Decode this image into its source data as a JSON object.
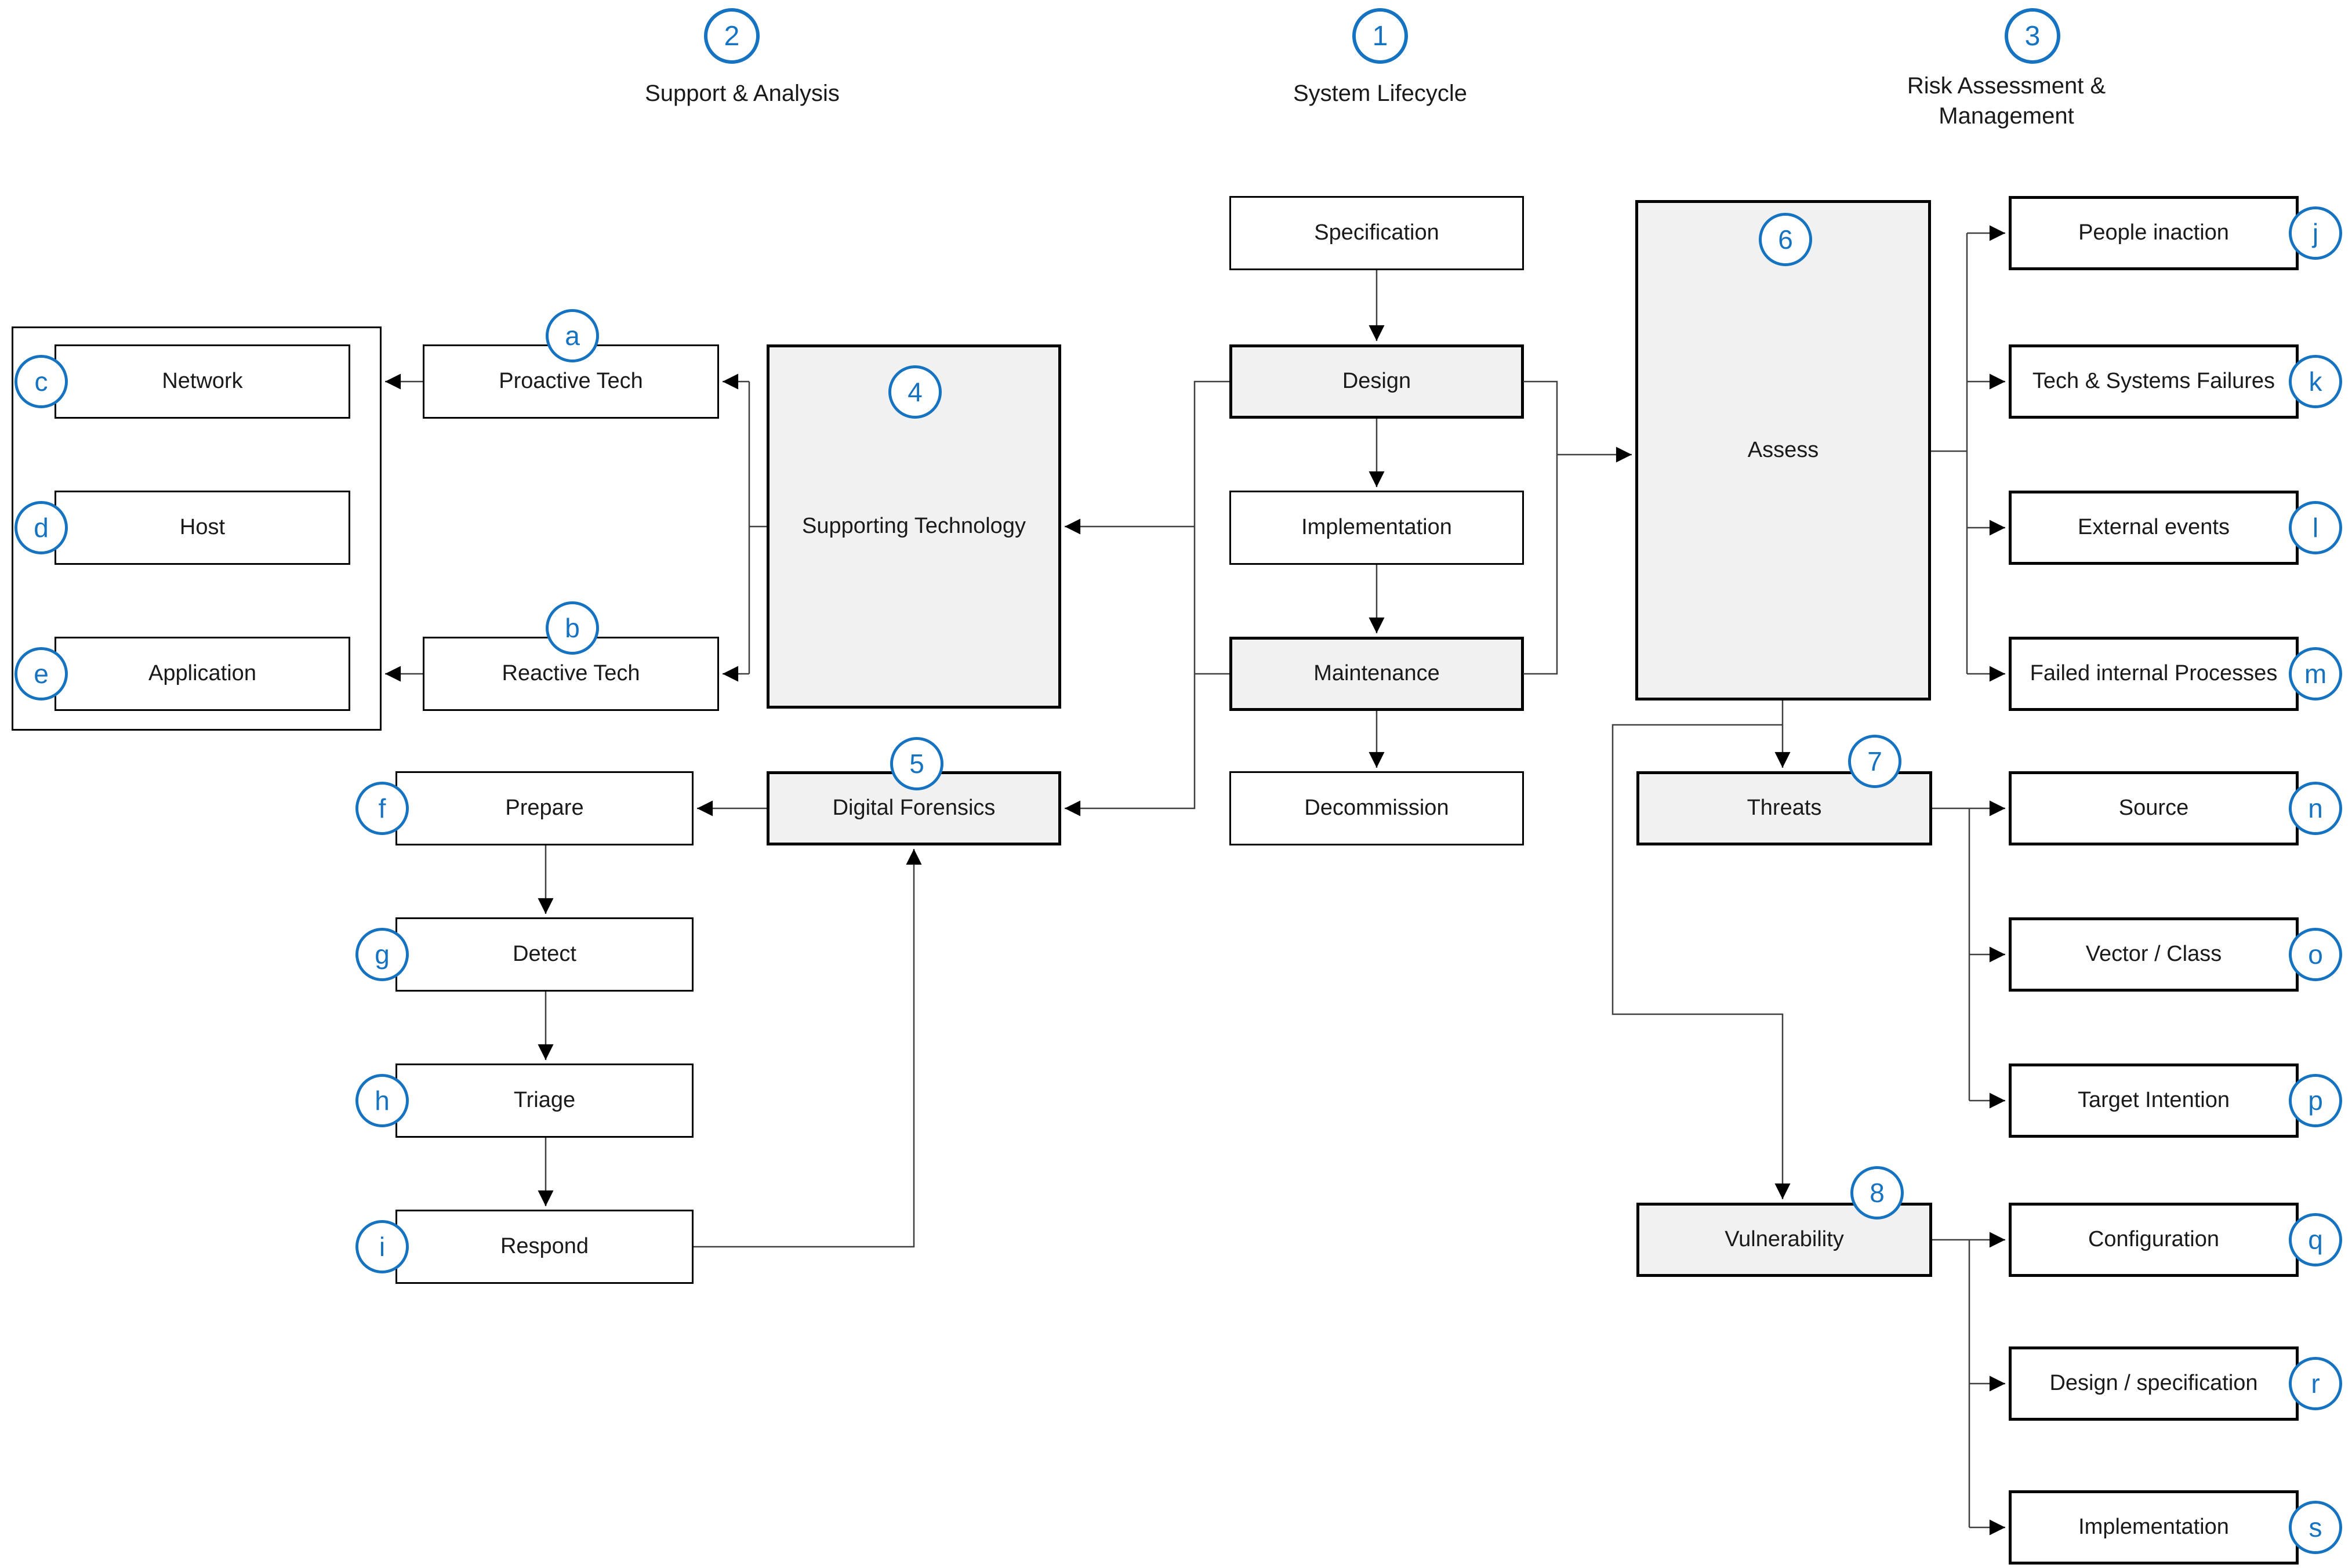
{
  "diagram": {
    "headers": {
      "support_analysis": {
        "number": "2",
        "label": "Support & Analysis"
      },
      "system_lifecycle": {
        "number": "1",
        "label": "System Lifecycle"
      },
      "risk_mgmt": {
        "number": "3",
        "label": "Risk Assessment & Management"
      }
    },
    "nodes": {
      "network": {
        "label": "Network",
        "badge": "c"
      },
      "host": {
        "label": "Host",
        "badge": "d"
      },
      "application": {
        "label": "Application",
        "badge": "e"
      },
      "proactive_tech": {
        "label": "Proactive Tech",
        "badge": "a"
      },
      "reactive_tech": {
        "label": "Reactive Tech",
        "badge": "b"
      },
      "supporting_technology": {
        "label": "Supporting Technology",
        "badge": "4"
      },
      "digital_forensics": {
        "label": "Digital Forensics",
        "badge": "5"
      },
      "prepare": {
        "label": "Prepare",
        "badge": "f"
      },
      "detect": {
        "label": "Detect",
        "badge": "g"
      },
      "triage": {
        "label": "Triage",
        "badge": "h"
      },
      "respond": {
        "label": "Respond",
        "badge": "i"
      },
      "specification": {
        "label": "Specification"
      },
      "design": {
        "label": "Design"
      },
      "implementation": {
        "label": "Implementation"
      },
      "maintenance": {
        "label": "Maintenance"
      },
      "decommission": {
        "label": "Decommission"
      },
      "assess": {
        "label": "Assess",
        "badge": "6"
      },
      "threats": {
        "label": "Threats",
        "badge": "7"
      },
      "vulnerability": {
        "label": "Vulnerability",
        "badge": "8"
      },
      "people_inaction": {
        "label": "People inaction",
        "badge": "j"
      },
      "tech_systems_failures": {
        "label": "Tech & Systems Failures",
        "badge": "k"
      },
      "external_events": {
        "label": "External events",
        "badge": "l"
      },
      "failed_internal_processes": {
        "label": "Failed internal Processes",
        "badge": "m"
      },
      "source": {
        "label": "Source",
        "badge": "n"
      },
      "vector_class": {
        "label": "Vector / Class",
        "badge": "o"
      },
      "target_intention": {
        "label": "Target Intention",
        "badge": "p"
      },
      "configuration": {
        "label": "Configuration",
        "badge": "q"
      },
      "design_specification": {
        "label": "Design / specification",
        "badge": "r"
      },
      "implementation_vuln": {
        "label": "Implementation",
        "badge": "s"
      }
    },
    "colors": {
      "accent_blue": "#1573c1",
      "box_fill_gray": "#f1f1f1",
      "box_fill_white": "#ffffff",
      "connector_line": "#3f3f3f",
      "box_border": "#000000"
    }
  }
}
